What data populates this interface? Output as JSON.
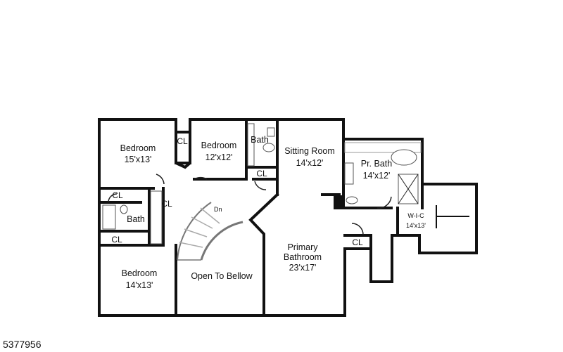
{
  "floor_plan": {
    "rooms": {
      "bedroom_1": {
        "name": "Bedroom",
        "size": "15'x13'"
      },
      "bedroom_2": {
        "name": "Bedroom",
        "size": "12'x12'"
      },
      "bedroom_3": {
        "name": "Bedroom",
        "size": "14'x13'"
      },
      "bath_1": {
        "name": "Bath"
      },
      "bath_2": {
        "name": "Bath"
      },
      "sitting_room": {
        "name": "Sitting Room",
        "size": "14'x12'"
      },
      "pr_bath": {
        "name": "Pr. Bath",
        "size": "14'x12'"
      },
      "wic": {
        "name": "W-I-C",
        "size": "14'x13'"
      },
      "primary_bathroom": {
        "name_line1": "Primary",
        "name_line2": "Bathroom",
        "size": "23'x17'"
      },
      "open_to_below": {
        "name": "Open To Bellow"
      }
    },
    "closet_label": "CL",
    "stair_label": "Dn"
  },
  "listing_id": "5377956",
  "colors": {
    "wall": "#111111",
    "background": "#ffffff"
  }
}
